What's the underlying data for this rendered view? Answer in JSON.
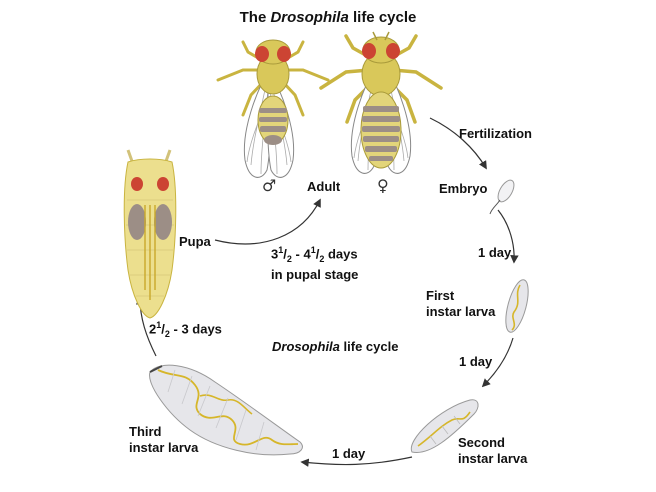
{
  "title": {
    "prefix": "The ",
    "italic": "Drosophila",
    "suffix": " life cycle"
  },
  "center_label": {
    "italic": "Drosophila",
    "suffix": " life cycle"
  },
  "stages": {
    "adult": "Adult",
    "male_symbol": "♂",
    "female_symbol": "♀",
    "fertilization": "Fertilization",
    "embryo": "Embryo",
    "first_instar_1": "First",
    "first_instar_2": "instar larva",
    "second_instar_1": "Second",
    "second_instar_2": "instar larva",
    "third_instar_1": "Third",
    "third_instar_2": "instar larva",
    "pupa": "Pupa"
  },
  "durations": {
    "embryo_to_first": "1 day",
    "first_to_second": "1 day",
    "second_to_third": "1 day",
    "third_to_pupa_a": "2",
    "third_to_pupa_num": "1",
    "third_to_pupa_den": "2",
    "third_to_pupa_b": " - 3 days",
    "pupa_to_adult_a": "3",
    "pupa_to_adult_num1": "1",
    "pupa_to_adult_den1": "2",
    "pupa_to_adult_mid": " - 4",
    "pupa_to_adult_num2": "1",
    "pupa_to_adult_den2": "2",
    "pupa_to_adult_b": " days",
    "pupa_to_adult_line2": "in pupal stage"
  },
  "colors": {
    "body": "#d9c85a",
    "body_light": "#ecdf8e",
    "eye": "#cc4433",
    "stripe": "#9c8e86",
    "wing": "#ffffff",
    "larva": "#e6e6ea",
    "gut": "#d6b62a",
    "arrow": "#333333"
  }
}
